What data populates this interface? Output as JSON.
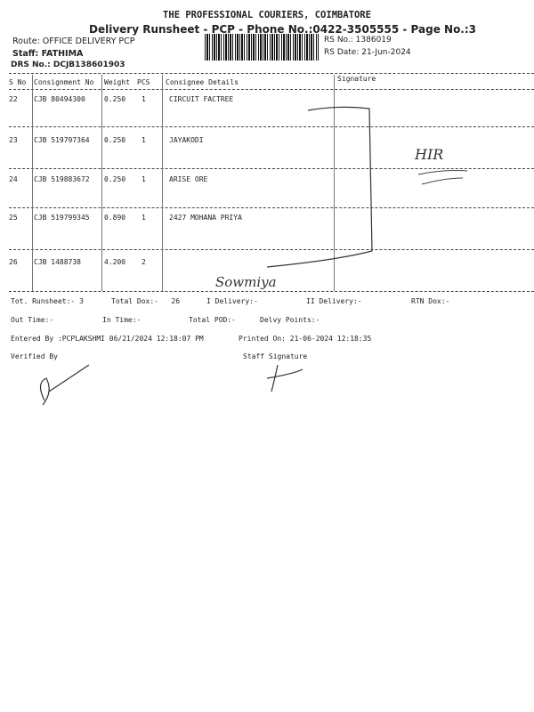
{
  "header": {
    "company": "THE PROFESSIONAL COURIERS, COIMBATORE",
    "subtitle": "Delivery Runsheet - PCP - Phone No.:0422-3505555 - Page No.:3",
    "route": "Route: OFFICE DELIVERY PCP",
    "staff": "Staff: FATHIMA",
    "drs_no": "DRS No.: DCJB138601903",
    "rs_no": "RS No.: 1386019",
    "rs_date": "RS Date: 21-Jun-2024"
  },
  "table": {
    "columns": [
      "S No",
      "Consignment No",
      "Weight",
      "PCS",
      "Consignee Details",
      "Signature"
    ],
    "rows": [
      {
        "sno": "22",
        "consignment": "CJB 80494300",
        "weight": "0.250",
        "pcs": "1",
        "consignee": "CIRCUIT FACTREE"
      },
      {
        "sno": "23",
        "consignment": "CJB 519797364",
        "weight": "0.250",
        "pcs": "1",
        "consignee": "JAYAKODI"
      },
      {
        "sno": "24",
        "consignment": "CJB 519883672",
        "weight": "0.250",
        "pcs": "1",
        "consignee": "ARISE ORE"
      },
      {
        "sno": "25",
        "consignment": "CJB 519799345",
        "weight": "0.890",
        "pcs": "1",
        "consignee": "2427 MOHANA PRIYA"
      },
      {
        "sno": "26",
        "consignment": "CJB 1488738",
        "weight": "4.200",
        "pcs": "2",
        "consignee": ""
      }
    ]
  },
  "handwriting": {
    "signature_mark": "HIR",
    "receiver": "Sowmiya"
  },
  "footer": {
    "tot_runsheet": "Tot. Runsheet:- 3",
    "total_dox": "Total Dox:-   26",
    "i_delivery": "I Delivery:-",
    "ii_delivery": "II Delivery:-",
    "rtn_dox": "RTN Dox:-",
    "out_time": "Out Time:-",
    "in_time": "In Time:-",
    "total_pod": "Total POD:-",
    "delvy_points": "Delvy Points:-",
    "entered_by": "Entered By :PCPLAKSHMI 06/21/2024 12:18:07 PM",
    "printed_on": "Printed On: 21-06-2024 12:18:35",
    "verified_by": "Verified By",
    "staff_signature": "Staff Signature"
  }
}
